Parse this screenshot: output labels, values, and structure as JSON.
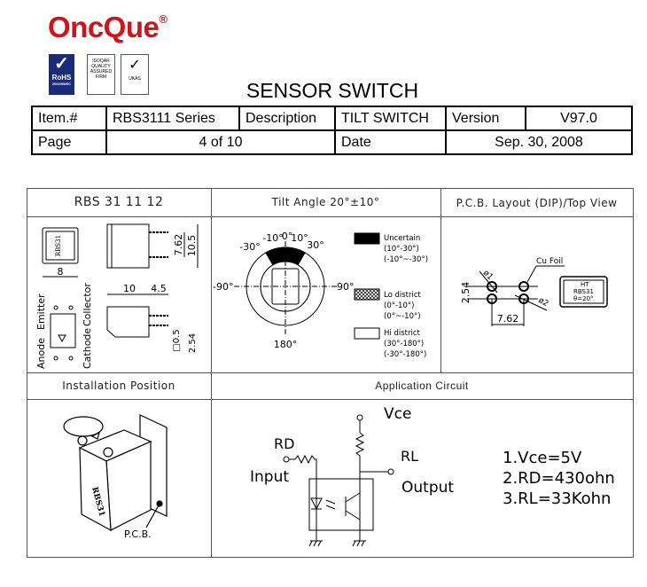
{
  "header": {
    "brand": "OncQue",
    "brand_mark": "®",
    "badges": {
      "rohs": "RoHS",
      "rohs_sub": "2002/95/EC",
      "isoqar": "ISOQAR QUALITY ASSURED FIRM",
      "ukas": "UKAS"
    },
    "doc_title": "SENSOR SWITCH"
  },
  "info_table": {
    "item_label": "Item.#",
    "item_value": "RBS3111 Series",
    "description_label": "Description",
    "description_value": "TILT SWITCH",
    "version_label": "Version",
    "version_value": "V97.0",
    "page_label": "Page",
    "page_value": "4 of 10",
    "date_label": "Date",
    "date_value": "Sep. 30, 2008"
  },
  "dimensions": {
    "heading": "RBS 31 11 12",
    "width": "8",
    "height_pitch": "7.62",
    "height": "10.5",
    "depth": "10",
    "pin_length": "4.5",
    "pin_size": "□0.5",
    "pin_pitch": "2.54",
    "pins": {
      "anode": "Anode",
      "emitter": "Emitter",
      "cathode": "Cathode",
      "collector": "Collector"
    },
    "marking": {
      "line1": "HT",
      "line2": "RBS31",
      "line3": "θ=20°"
    }
  },
  "tilt": {
    "heading": "Tilt Angle 20°±10°",
    "angles": {
      "m10": "-10°",
      "zero": "0°",
      "p10": "10°",
      "m30": "-30°",
      "p30": "30°",
      "m90": "-90°",
      "p90": "90°",
      "a180": "180°"
    },
    "legend": [
      {
        "label": "Uncertain",
        "r1": "(10°-30°)",
        "r2": "(-10°~-30°)"
      },
      {
        "label": "Lo district",
        "r1": "(0°-10°)",
        "r2": "(0°~-10°)"
      },
      {
        "label": "Hi district",
        "r1": "(30°-180°)",
        "r2": "(-30°-180°)"
      }
    ]
  },
  "pcb": {
    "heading": "P.C.B. Layout (DIP)/Top View",
    "cu_foil": "Cu Foil",
    "hole": "ø1",
    "pad": "ø2",
    "pitch_v": "2.54",
    "pitch_h": "7.62"
  },
  "install": {
    "heading": "Installation Position",
    "pcb_label": "P.C.B."
  },
  "circuit": {
    "heading": "Application Circuit",
    "vce": "Vce",
    "rd": "RD",
    "rl": "RL",
    "input": "Input",
    "output": "Output",
    "notes": [
      "1.Vce=5V",
      "2.RD=430ohn",
      "3.RL=33Kohn"
    ]
  }
}
